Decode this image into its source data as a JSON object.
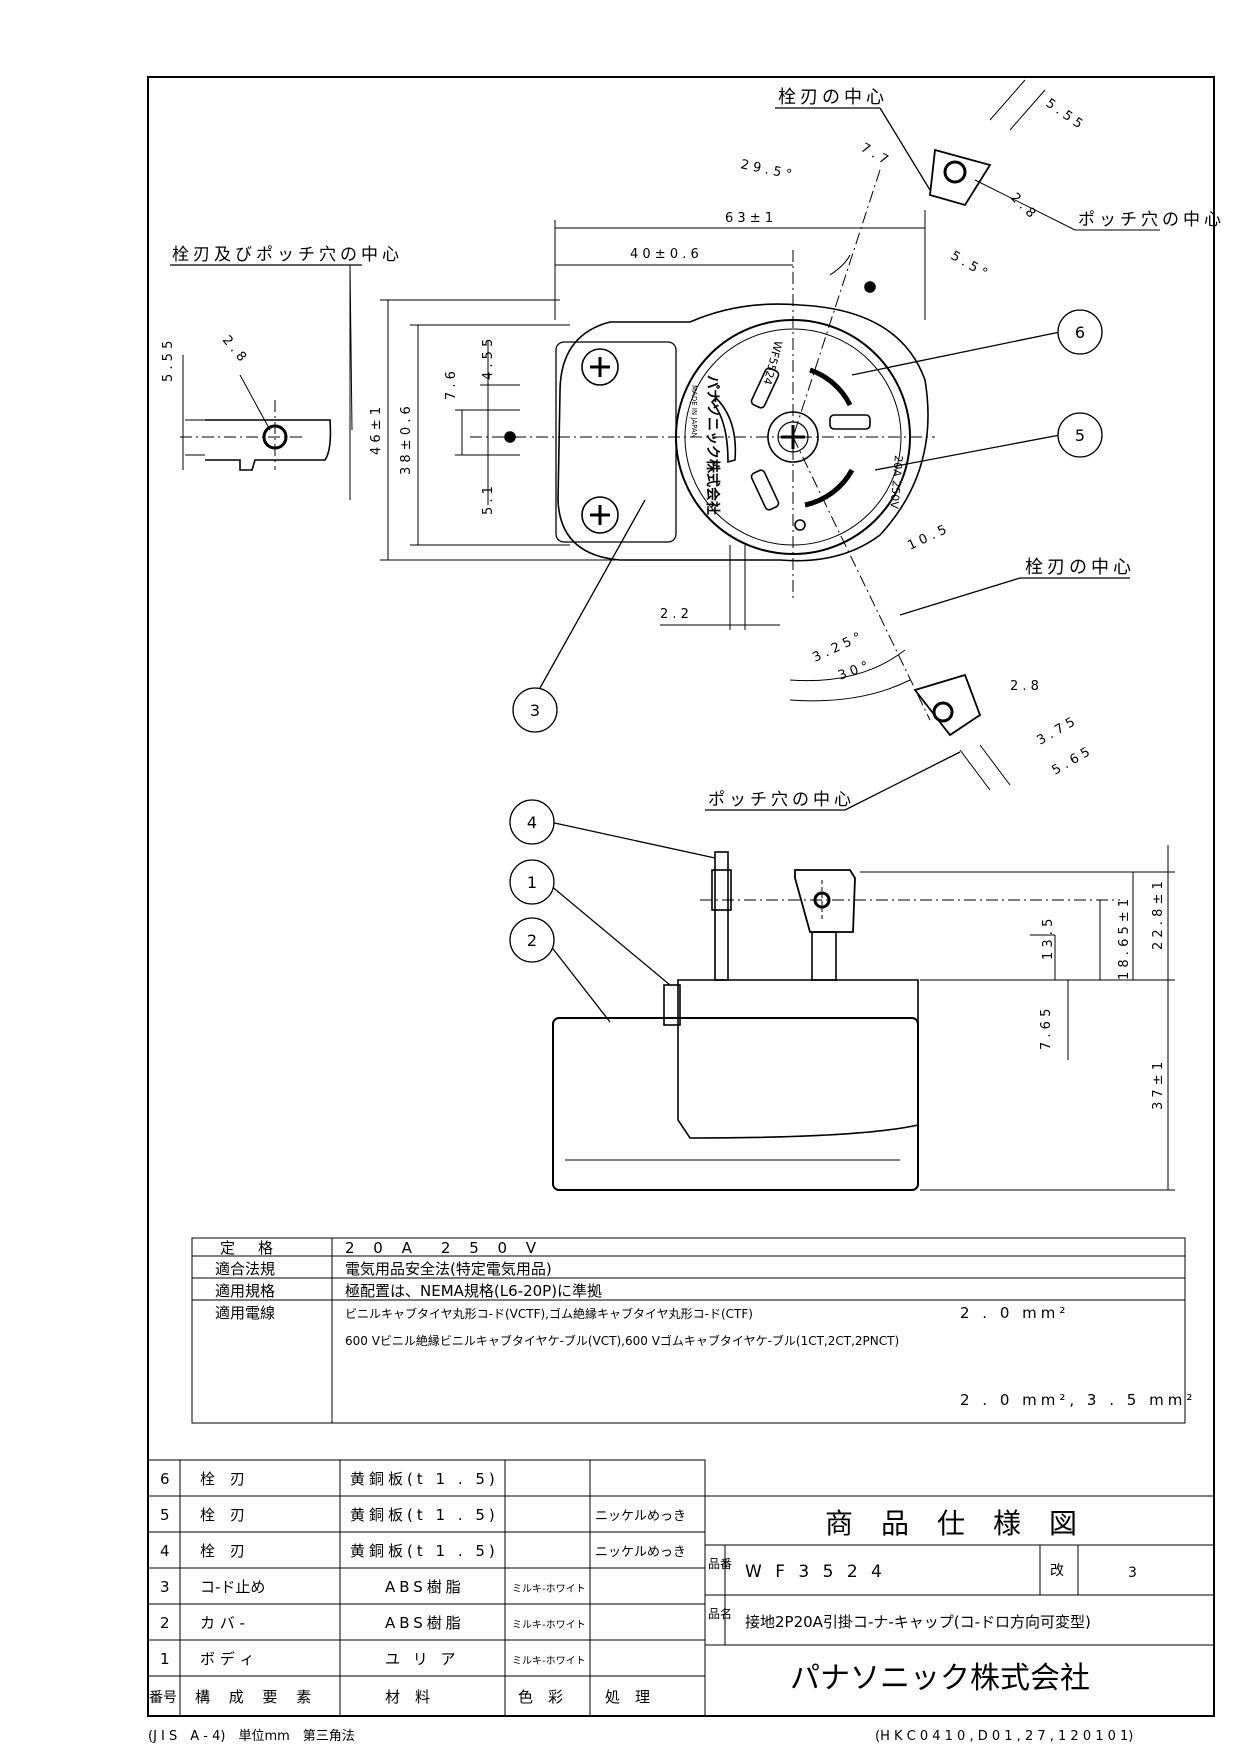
{
  "drawing": {
    "labels": {
      "blade_center_top": "栓刃の中心",
      "pocchi_center_right": "ポッチ穴の中心",
      "blade_pocchi_center_left": "栓刃及びポッチ穴の中心",
      "blade_center_mid": "栓刃の中心",
      "pocchi_center_bottom": "ポッチ穴の中心"
    },
    "dims": {
      "d_5_55_tr": "5 . 5 5",
      "d_7_7": "7 . 7",
      "d_29_5": "2 9 . 5 °",
      "d_63": "6 3 ± 1",
      "d_40": "4 0 ± 0 . 6",
      "d_2_8_tr": "2 . 8",
      "d_5_5deg": "5 . 5 °",
      "d_5_55_left": "5 . 5 5",
      "d_2_8_left": "2 . 8",
      "d_46": "4 6 ± 1",
      "d_38": "3 8 ± 0 . 6",
      "d_7_6": "7 . 6",
      "d_4_55": "4 . 5 5",
      "d_5_1": "5 . 1",
      "d_10_5": "1 0 . 5",
      "d_2_2": "2 . 2",
      "d_3_25": "3 . 2 5 °",
      "d_30": "3 0 °",
      "d_2_8_bot": "2 . 8",
      "d_3_75": "3 . 7 5",
      "d_5_65": "5 . 6 5",
      "d_13_5": "1 3 . 5",
      "d_18_65": "1 8 . 6 5 ± 1",
      "d_22_8": "2 2 . 8 ± 1",
      "d_7_65": "7 . 6 5",
      "d_37": "3 7 ± 1"
    },
    "product_marks": {
      "maker": "パナソニック株式会社",
      "made_in": "MADE IN JAPAN",
      "model": "WF5524",
      "rating": "20A 250V"
    },
    "callouts": [
      "6",
      "5",
      "3",
      "4",
      "1",
      "2"
    ]
  },
  "specs": [
    {
      "label": "定　格",
      "value": "2 0 A　2 5 0 V"
    },
    {
      "label": "適合法規",
      "value": "電気用品安全法(特定電気用品)"
    },
    {
      "label": "適用規格",
      "value": "極配置は、NEMA規格(L6-20P)に準拠"
    },
    {
      "label": "適用電線",
      "lines": [
        "ビニルキャブタイヤ丸形コ-ド(VCTF),ゴム絶縁キャブタイヤ丸形コ-ド(CTF)",
        "600 Vビニル絶縁ビニルキャブタイヤケ-ブル(VCT),600 Vゴムキャブタイヤケ-ブル(1CT,2CT,2PNCT)"
      ],
      "size1": "2 . 0 mm²",
      "size2": "2 . 0 mm², 3 . 5 mm²"
    }
  ],
  "parts": {
    "header": [
      "番号",
      "構 成 要 素",
      "材　料",
      "色　彩",
      "処　理"
    ],
    "rows": [
      {
        "no": "6",
        "name": "栓　刃",
        "material": "黄銅板(t 1 . 5)",
        "color": "",
        "finish": ""
      },
      {
        "no": "5",
        "name": "栓　刃",
        "material": "黄銅板(t 1 . 5)",
        "color": "",
        "finish": "ニッケルめっき"
      },
      {
        "no": "4",
        "name": "栓　刃",
        "material": "黄銅板(t 1 . 5)",
        "color": "",
        "finish": "ニッケルめっき"
      },
      {
        "no": "3",
        "name": "コ-ド止め",
        "material": "ABS樹脂",
        "color": "ミルキ-ホワイト",
        "finish": ""
      },
      {
        "no": "2",
        "name": "カ バ -",
        "material": "ABS樹脂",
        "color": "ミルキ-ホワイト",
        "finish": ""
      },
      {
        "no": "1",
        "name": "ボ デ ィ",
        "material": "ユ リ ア",
        "color": "ミルキ-ホワイト",
        "finish": ""
      }
    ]
  },
  "title_block": {
    "title": "商　品　仕　様　図",
    "part_no_label": "品番",
    "part_no": "W F 3 5 2 4",
    "rev_label": "改",
    "rev": "3",
    "name_label": "品名",
    "name": "接地2P20A引掛コ-ナ-キャップ(コ-ドロ方向可変型)",
    "company": "パナソニック株式会社"
  },
  "footer": {
    "left": "(J I S　A - 4)　単位mm　第三角法",
    "right": "(H K C 0 4 1 0 , D 0 1 , 2 7 , 1 2 0 1 0 1)"
  }
}
